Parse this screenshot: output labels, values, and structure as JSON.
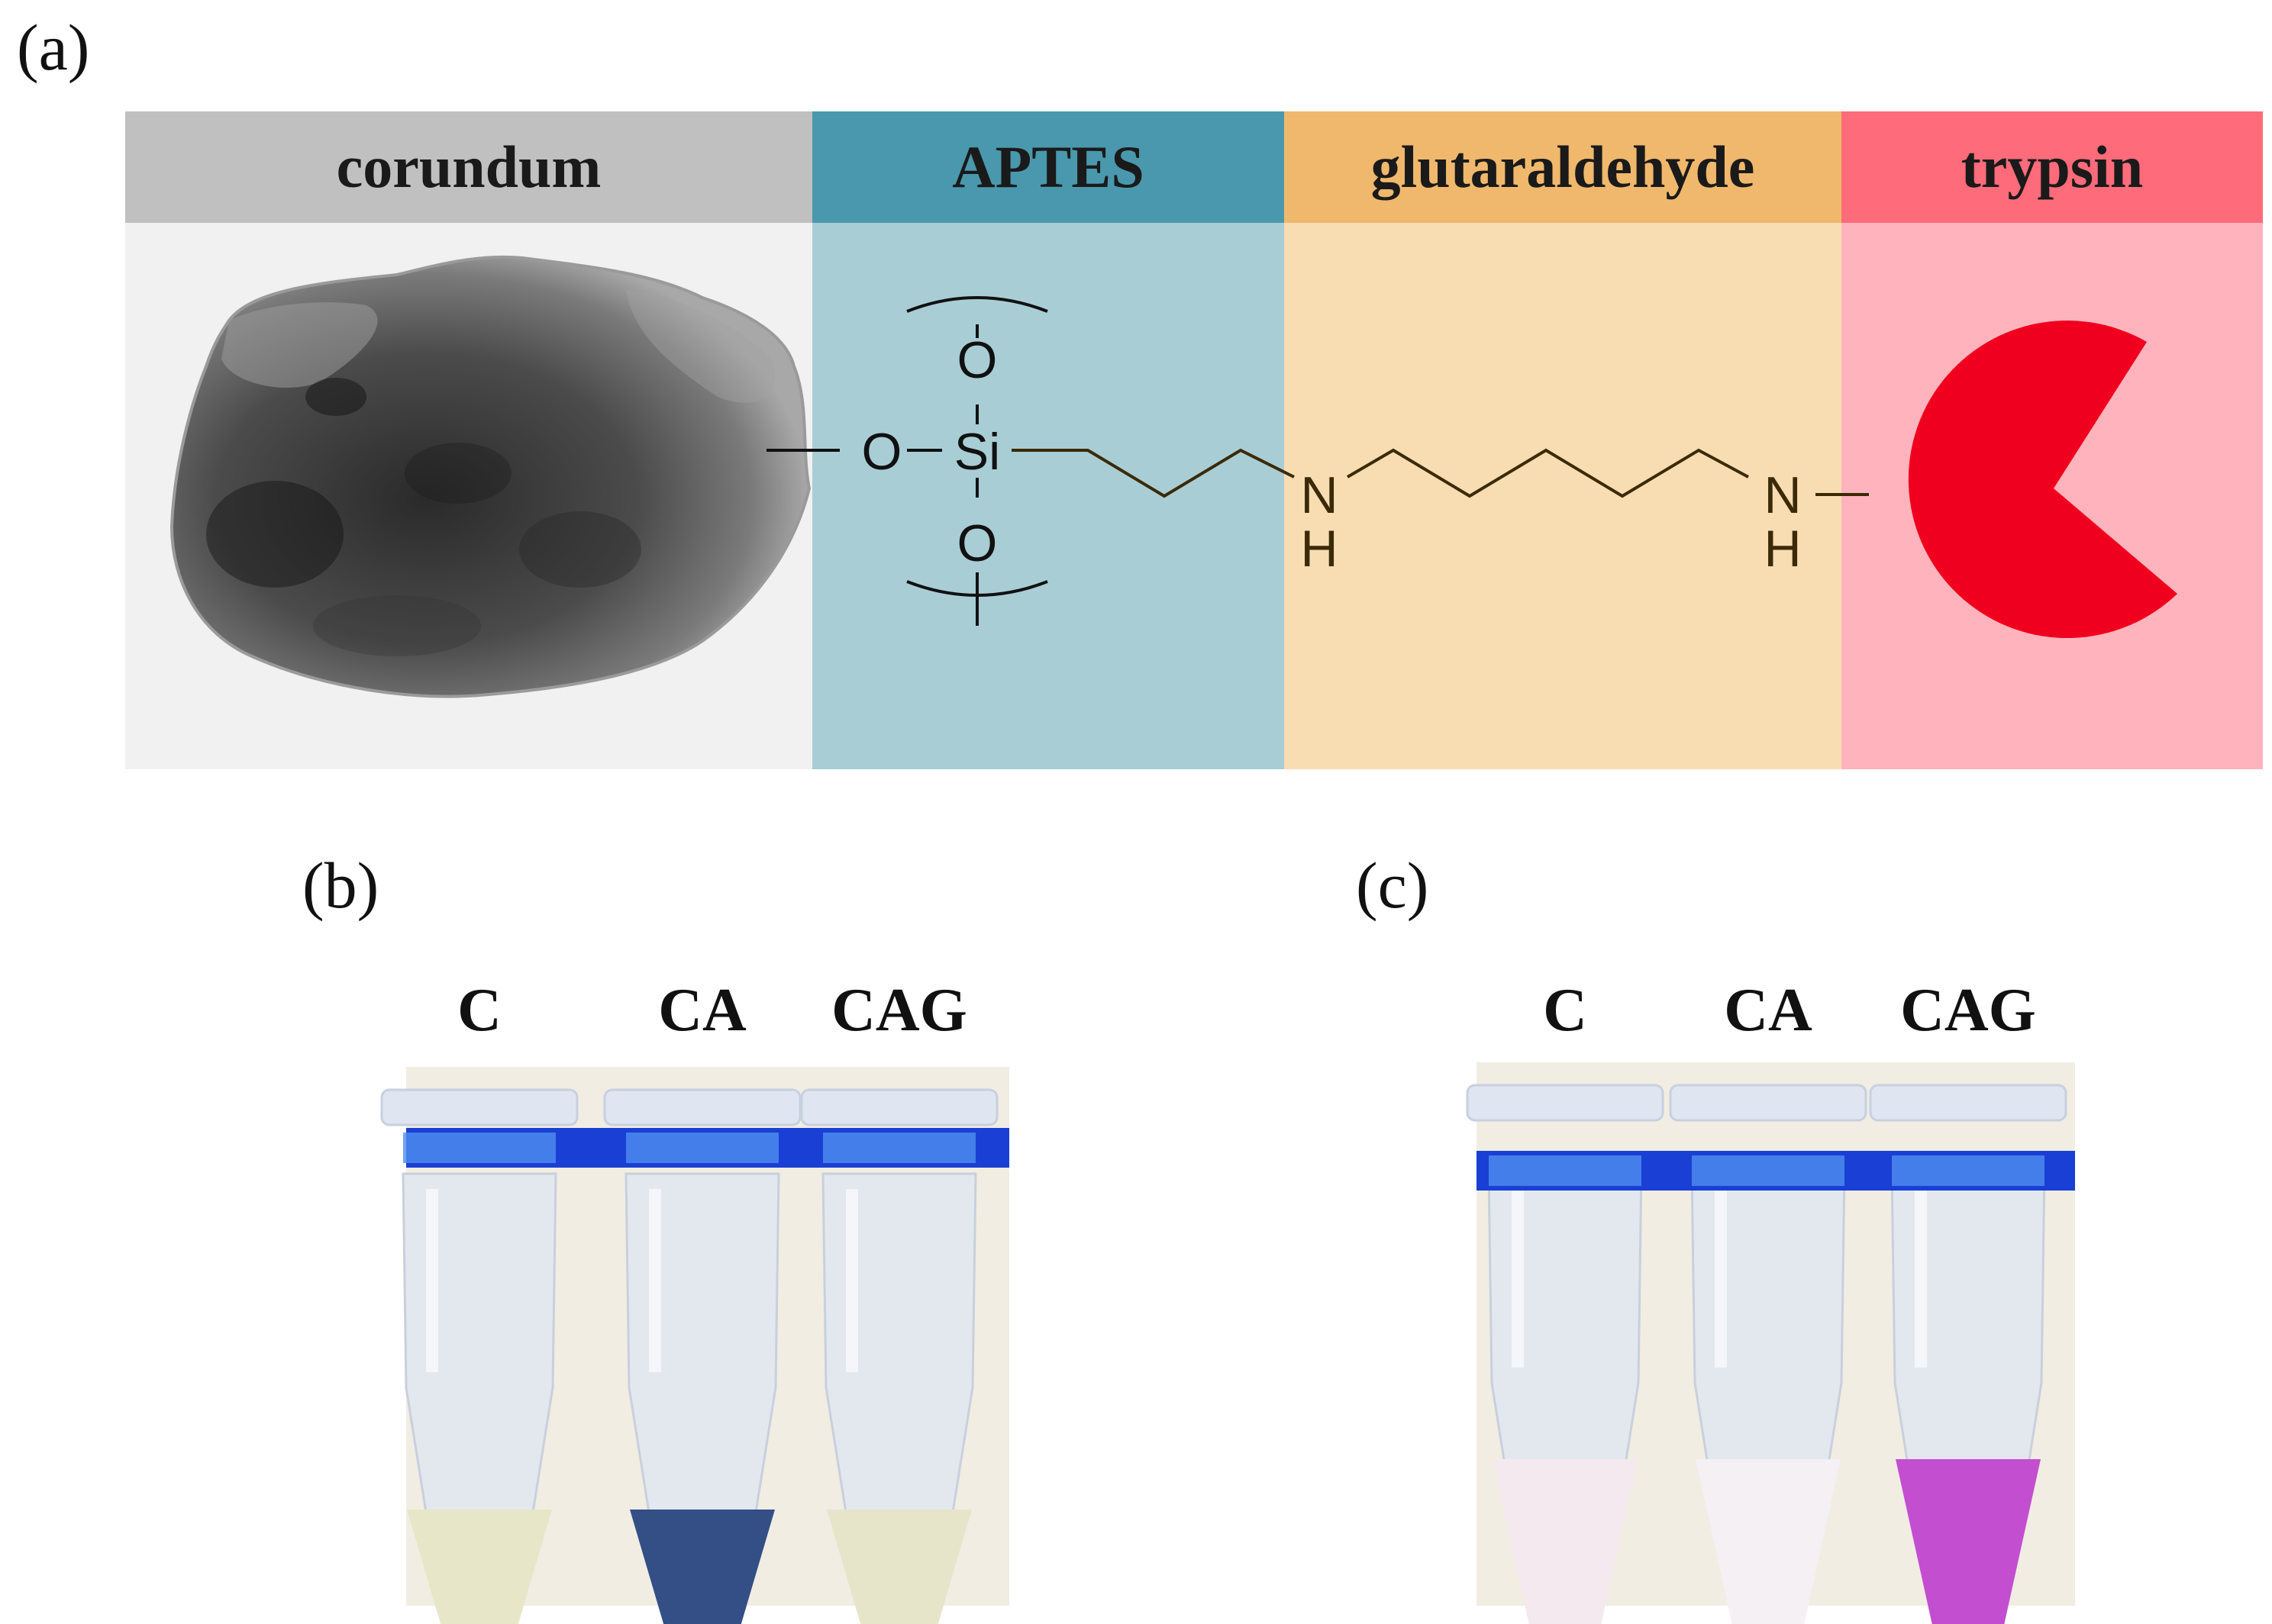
{
  "panel_labels": {
    "a": "(a)",
    "b": "(b)",
    "c": "(c)"
  },
  "schematic": {
    "segments": [
      {
        "title": "corundum",
        "header_color": "#c0c0c0",
        "body_color": "#f1f1f1"
      },
      {
        "title": "APTES",
        "header_color": "#4a98ad",
        "body_color": "#a9cdd5"
      },
      {
        "title": "glutaraldehyde",
        "header_color": "#f0b86c",
        "body_color": "#f8dcb2"
      },
      {
        "title": "trypsin",
        "header_color": "#fe6b7a",
        "body_color": "#ffb4bd"
      }
    ],
    "atoms": {
      "o_left": "O",
      "si": "Si",
      "o_top": "O",
      "o_bottom": "O",
      "n1": "N",
      "h1": "H",
      "n2": "N",
      "h2": "H"
    },
    "enzyme_color": "#f0001e"
  },
  "photo_b": {
    "tube_labels": [
      "C",
      "CA",
      "CAG"
    ],
    "liquid_colors": [
      "#e8e6c8",
      "#344e86",
      "#e6e5ca"
    ]
  },
  "photo_c": {
    "tube_labels": [
      "C",
      "CA",
      "CAG"
    ],
    "liquid_colors": [
      "#f4e9ee",
      "#f4f0f4",
      "#c34ed0"
    ]
  }
}
